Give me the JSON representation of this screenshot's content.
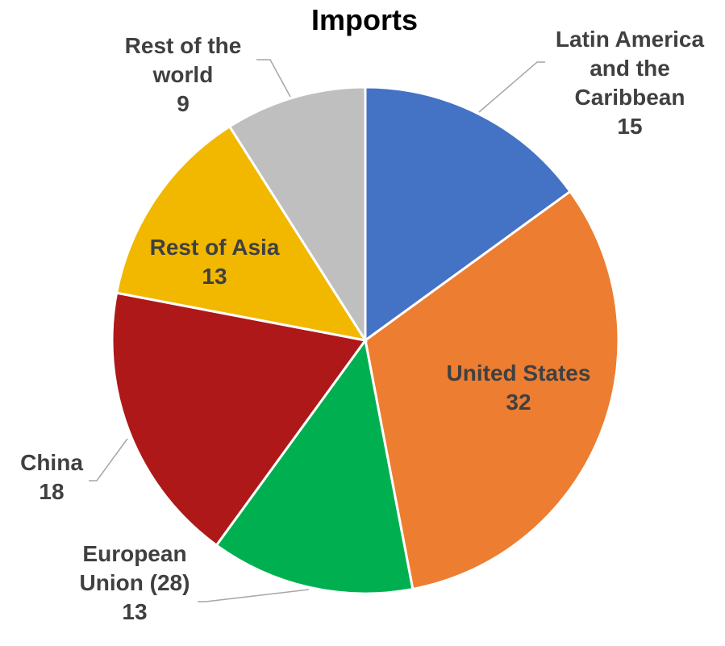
{
  "chart_data": {
    "type": "pie",
    "title": "Imports",
    "categories": [
      "Latin America and the Caribbean",
      "United States",
      "European Union (28)",
      "China",
      "Rest of Asia",
      "Rest of the world"
    ],
    "label_lines": [
      [
        "Latin America",
        "and the",
        "Caribbean"
      ],
      [
        "United States"
      ],
      [
        "European",
        "Union (28)"
      ],
      [
        "China"
      ],
      [
        "Rest of Asia"
      ],
      [
        "Rest of the",
        "world"
      ]
    ],
    "value_labels": [
      "15",
      "32",
      "13",
      "18",
      "13",
      "9"
    ],
    "values": [
      15,
      32,
      13,
      18,
      13,
      9
    ],
    "colors": [
      "#4472c4",
      "#ed7d31",
      "#00b050",
      "#ae1818",
      "#f2b800",
      "#bfbfbf"
    ],
    "start_angle": "12 o'clock",
    "direction": "clockwise",
    "legend": "none",
    "data_labels": true
  }
}
